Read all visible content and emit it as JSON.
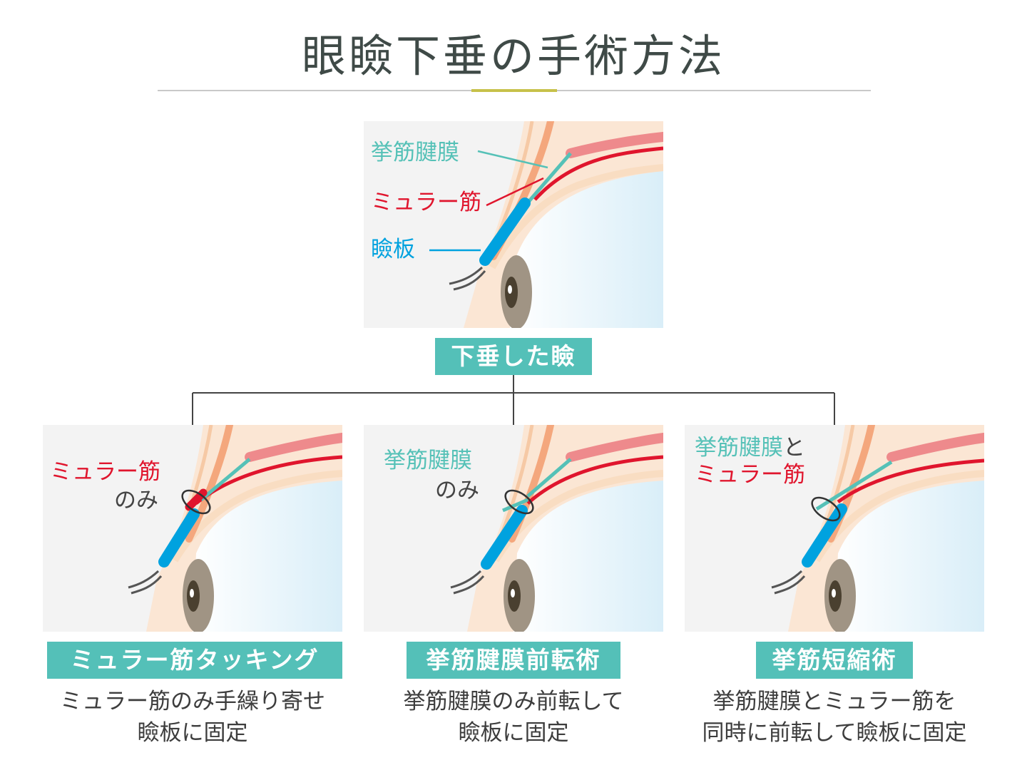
{
  "title": "眼瞼下垂の手術方法",
  "top_panel": {
    "label_levator": "挙筋腱膜",
    "label_muller": "ミュラー筋",
    "label_tarsus": "瞼板",
    "badge": "下垂した瞼"
  },
  "methods": [
    {
      "panel_label_line1": "ミュラー筋",
      "panel_label_line2": "のみ",
      "badge": "ミュラー筋タッキング",
      "desc_line1": "ミュラー筋のみ手繰り寄せ",
      "desc_line2": "瞼板に固定"
    },
    {
      "panel_label_line1": "挙筋腱膜",
      "panel_label_line2": "のみ",
      "badge": "挙筋腱膜前転術",
      "desc_line1": "挙筋腱膜のみ前転して",
      "desc_line2": "瞼板に固定"
    },
    {
      "panel_label_line1a": "挙筋腱膜",
      "panel_label_line1b": "と",
      "panel_label_line2": "ミュラー筋",
      "badge": "挙筋短縮術",
      "desc_line1": "挙筋腱膜とミュラー筋を",
      "desc_line2": "同時に前転して瞼板に固定"
    }
  ],
  "colors": {
    "accent_teal": "#54c0b8",
    "levator_aponeurosis": "#55c1b7",
    "muller_muscle": "#e0152d",
    "tarsus": "#00a2df",
    "levator_muscle": "#ee8a8c",
    "title_rule_accent": "#c7c14a"
  }
}
